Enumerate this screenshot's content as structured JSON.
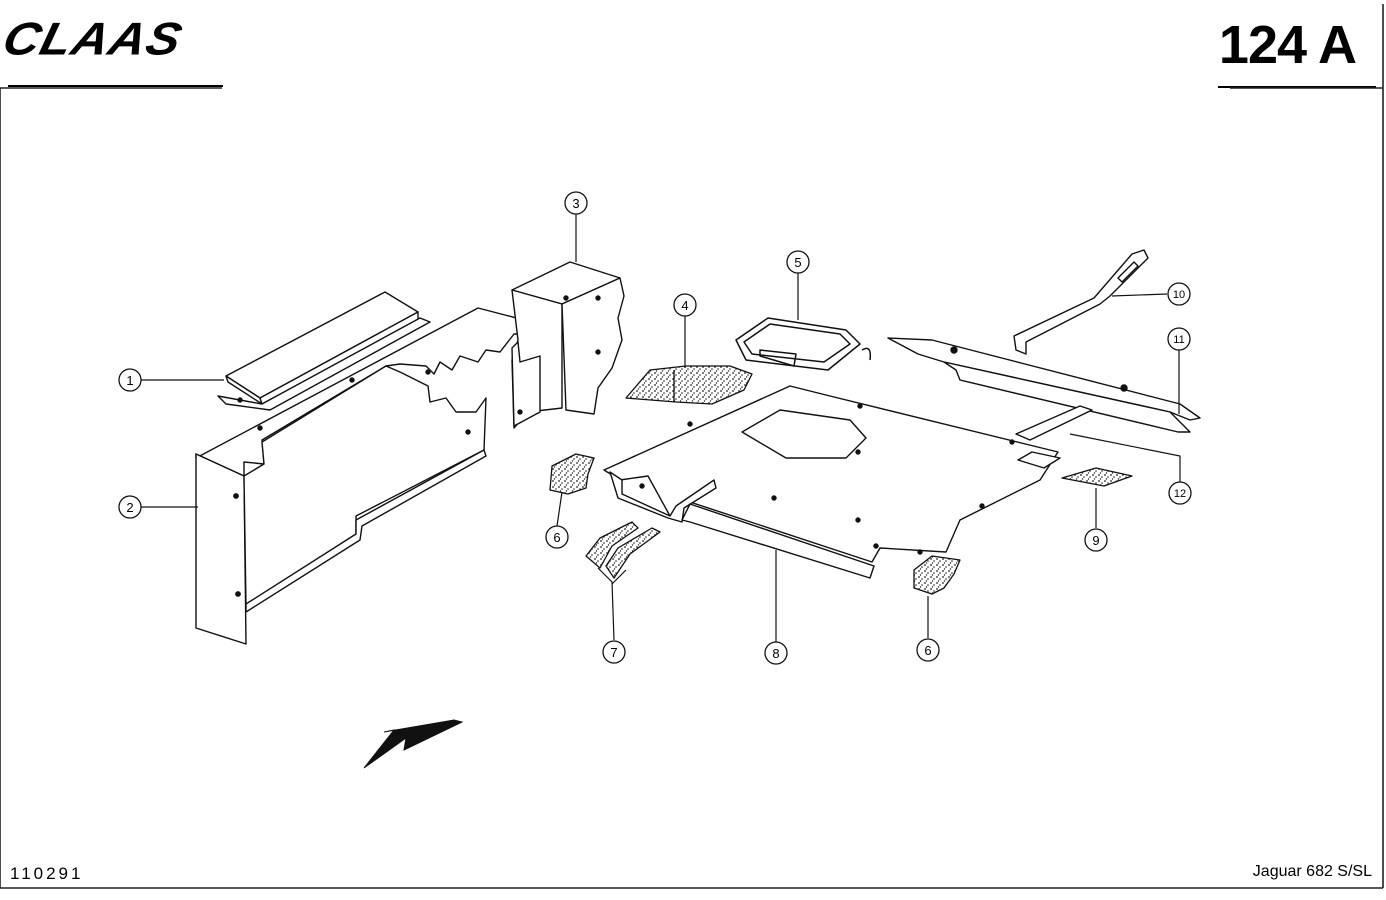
{
  "header": {
    "brand_logo": "CLAAS",
    "page_code": "124 A"
  },
  "footer": {
    "drawing_number": "110291",
    "model": "Jaguar 682 S/SL"
  },
  "callouts": {
    "c1": "1",
    "c2": "2",
    "c3": "3",
    "c4": "4",
    "c5": "5",
    "c6a": "6",
    "c6b": "6",
    "c7": "7",
    "c8": "8",
    "c9": "9",
    "c10": "10",
    "c11": "11",
    "c12": "12"
  },
  "icons": {
    "direction": "direction-arrow-icon"
  },
  "colors": {
    "ink": "#111111",
    "paper": "#ffffff",
    "border": "#222222"
  }
}
